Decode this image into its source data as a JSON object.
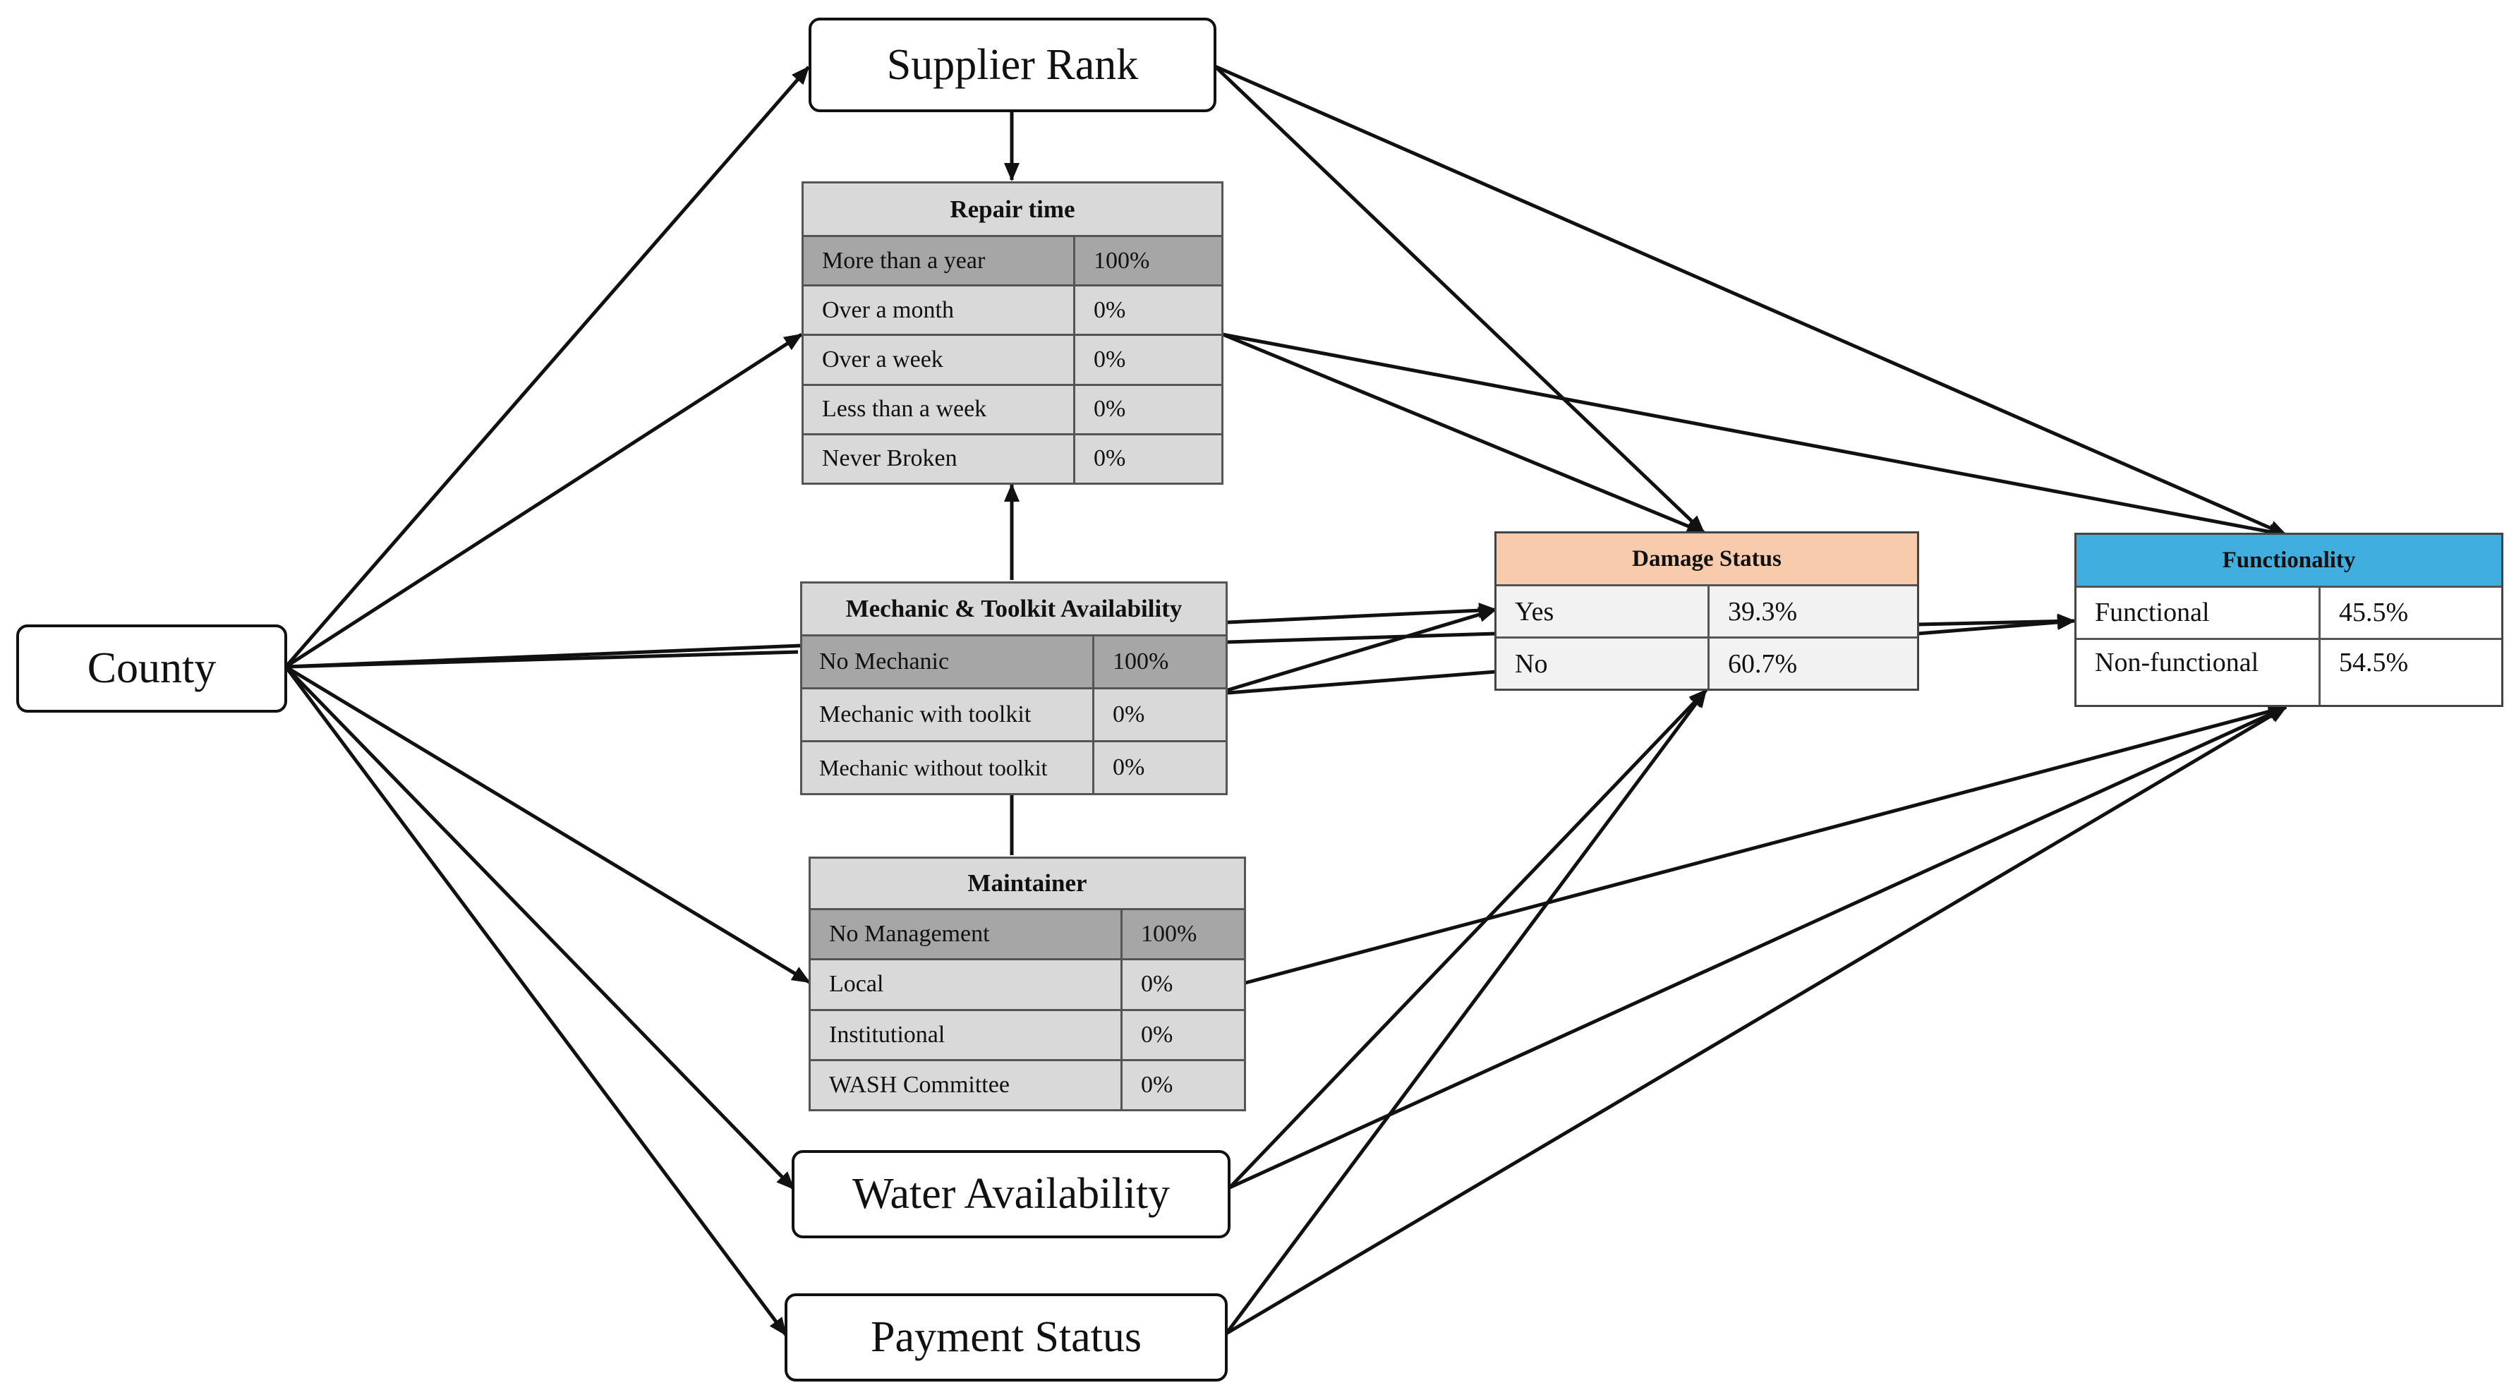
{
  "nodes": {
    "county": "County",
    "supplier_rank": "Supplier Rank",
    "water_availability": "Water Availability",
    "payment_status": "Payment Status"
  },
  "repair_time": {
    "title": "Repair time",
    "rows": [
      {
        "label": "More than a year",
        "value": "100%"
      },
      {
        "label": "Over a month",
        "value": "0%"
      },
      {
        "label": "Over a week",
        "value": "0%"
      },
      {
        "label": "Less than a week",
        "value": "0%"
      },
      {
        "label": "Never Broken",
        "value": "0%"
      }
    ]
  },
  "mechanic": {
    "title": "Mechanic & Toolkit Availability",
    "rows": [
      {
        "label": "No Mechanic",
        "value": "100%"
      },
      {
        "label": "Mechanic with toolkit",
        "value": "0%"
      },
      {
        "label": "Mechanic without toolkit",
        "value": "0%"
      }
    ]
  },
  "maintainer": {
    "title": "Maintainer",
    "rows": [
      {
        "label": "No Management",
        "value": "100%"
      },
      {
        "label": "Local",
        "value": "0%"
      },
      {
        "label": "Institutional",
        "value": "0%"
      },
      {
        "label": "WASH Committee",
        "value": "0%"
      }
    ]
  },
  "damage_status": {
    "title": "Damage Status",
    "header_color": "#f8cbad",
    "rows": [
      {
        "label": "Yes",
        "value": "39.3%"
      },
      {
        "label": "No",
        "value": "60.7%"
      }
    ]
  },
  "functionality": {
    "title": "Functionality",
    "header_color": "#41aee0",
    "rows": [
      {
        "label": "Functional",
        "value": "45.5%"
      },
      {
        "label": "Non-functional",
        "value": "54.5%"
      }
    ]
  },
  "colors": {
    "highlight_row": "#a6a6a6",
    "table_fill": "#d9d9d9",
    "result_fill": "#f2f2f2"
  }
}
